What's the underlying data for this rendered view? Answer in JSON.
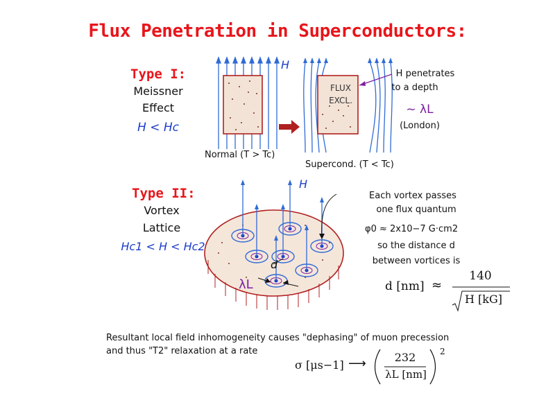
{
  "title": "Flux Penetration in Superconductors:",
  "type1": {
    "heading": "Type I:",
    "line1": "Meissner",
    "line2": "Effect",
    "cond": "H < Hc",
    "h_label": "H",
    "normal_caption": "Normal (T > Tc)",
    "super_caption": "Supercond. (T < Tc)",
    "flux_excl": [
      "FLUX",
      "EXCL."
    ],
    "penetrates": [
      "H penetrates",
      "to a depth"
    ],
    "lambda": "~ λL",
    "london": "(London)"
  },
  "type2": {
    "heading": "Type II:",
    "line1": "Vortex",
    "line2": "Lattice",
    "cond": "Hc1 < H < Hc2",
    "h_label": "H",
    "d_label": "d",
    "lambda_label": "λL",
    "vortex_text": [
      "Each vortex passes",
      "one flux quantum"
    ],
    "phi": "φ0 ≈ 2x10−7 G·cm2",
    "distance": [
      "so the distance d",
      "between vortices is"
    ]
  },
  "formula1": {
    "lhs": "d [nm]",
    "approx": "≈",
    "numerator": "140",
    "denominator": "H [kG]"
  },
  "bottom": {
    "line1": "Resultant local field inhomogeneity causes \"dephasing\" of muon precession",
    "line2": "and thus \"T2\" relaxation at a rate"
  },
  "formula2": {
    "lhs": "σ [μs−1]",
    "arrow": "⟶",
    "numerator": "232",
    "denominator": "λL [nm]",
    "exponent": "2"
  },
  "colors": {
    "title": "#e8151b",
    "field_lines": "#2f6bd6",
    "sample": "#b02020",
    "purple": "#7a1fa0",
    "blue_text": "#1a3ccc"
  }
}
